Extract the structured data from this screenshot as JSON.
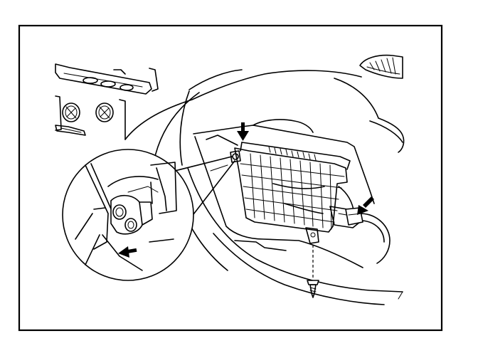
{
  "figure": {
    "colors": {
      "line": "#000000",
      "background": "#ffffff"
    },
    "arrows": [
      {
        "name": "top-push-arrow",
        "direction": "down"
      },
      {
        "name": "connector-arrow",
        "direction": "down-left"
      },
      {
        "name": "detail-pull-arrow",
        "direction": "left"
      }
    ]
  }
}
